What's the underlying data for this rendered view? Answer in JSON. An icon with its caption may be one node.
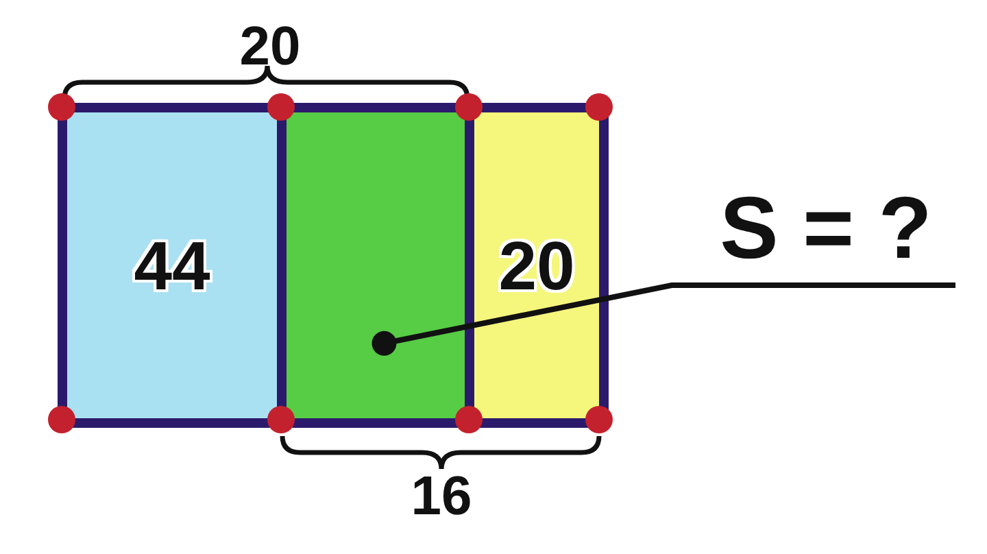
{
  "diagram": {
    "nodes": [
      {
        "text": [
          "44"
        ]
      },
      {
        "text": [],
        "shape": "box"
      },
      {
        "text": [
          "20"
        ]
      },
      {
        "text": [
          "S = ?"
        ]
      }
    ],
    "edges": [
      {
        "from": 3,
        "to": 1,
        "arrow": "other"
      }
    ],
    "labels": [
      "20",
      "16"
    ]
  }
}
